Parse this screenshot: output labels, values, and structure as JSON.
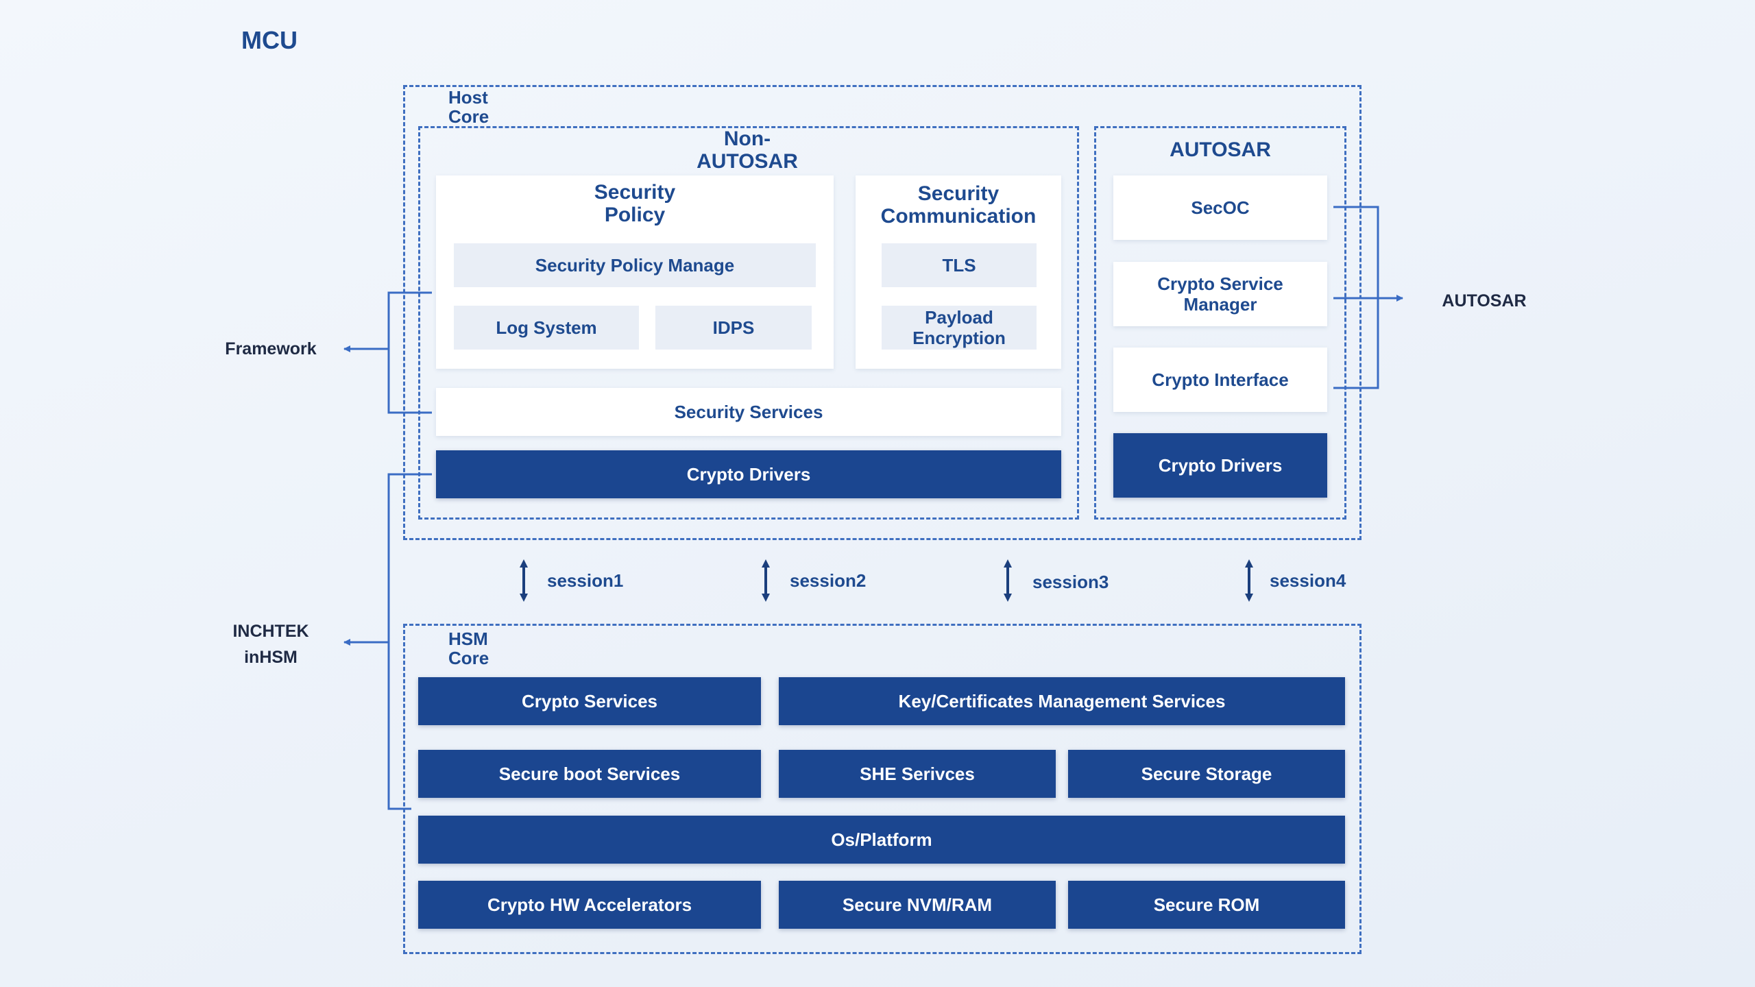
{
  "title": "MCU",
  "host_core": {
    "label_line1": "Host",
    "label_line2": "Core",
    "non_autosar": {
      "label_line1": "Non-",
      "label_line2": "AUTOSAR",
      "security_policy": {
        "title_line1": "Security",
        "title_line2": "Policy",
        "manage": "Security Policy Manage",
        "log_system": "Log System",
        "idps": "IDPS"
      },
      "security_communication": {
        "title_line1": "Security",
        "title_line2": "Communication",
        "tls": "TLS",
        "payload_line1": "Payload",
        "payload_line2": "Encryption"
      },
      "security_services": "Security Services",
      "crypto_drivers": "Crypto Drivers"
    },
    "autosar": {
      "label": "AUTOSAR",
      "secoc": "SecOC",
      "csm_line1": "Crypto Service",
      "csm_line2": "Manager",
      "crypto_interface": "Crypto Interface",
      "crypto_drivers": "Crypto Drivers"
    }
  },
  "sessions": [
    "session1",
    "session2",
    "session3",
    "session4"
  ],
  "hsm_core": {
    "label_line1": "HSM",
    "label_line2": "Core",
    "crypto_services": "Crypto Services",
    "key_cert_services": "Key/Certificates Management Services",
    "secure_boot": "Secure boot Services",
    "she_services": "SHE Serivces",
    "secure_storage": "Secure Storage",
    "os_platform": "Os/Platform",
    "crypto_hw": "Crypto HW Accelerators",
    "secure_nvm": "Secure NVM/RAM",
    "secure_rom": "Secure ROM"
  },
  "external": {
    "framework": "Framework",
    "autosar": "AUTOSAR",
    "inchtek_line1": "INCHTEK",
    "inchtek_line2": "inHSM"
  },
  "colors": {
    "dark_blue": "#1b4690",
    "dashed_border": "#3f6fc0",
    "pill_gray": "#e9eef6",
    "connector": "#3a6cc4"
  }
}
